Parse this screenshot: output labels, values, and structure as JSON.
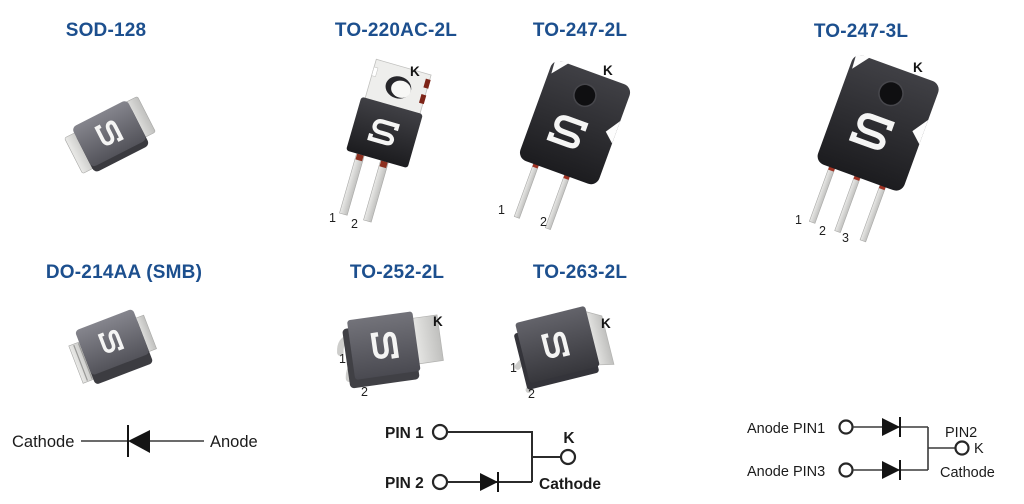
{
  "palette": {
    "title_blue": "#1c4f8e",
    "body_black": "#232327",
    "body_gray": "#5d5d63",
    "metal_light": "#d9d9d7",
    "red_mark": "#8d3020",
    "schematic_ink": "#1b1b1b"
  },
  "packages": {
    "sod128": {
      "label": "SOD-128"
    },
    "to220": {
      "label": "TO-220AC-2L",
      "k": "K",
      "pin1": "1",
      "pin2": "2"
    },
    "to247_2l": {
      "label": "TO-247-2L",
      "k": "K",
      "pin1": "1",
      "pin2": "2"
    },
    "to247_3l": {
      "label": "TO-247-3L",
      "k": "K",
      "pin1": "1",
      "pin2": "2",
      "pin3": "3"
    },
    "do214aa": {
      "label": "DO-214AA (SMB)"
    },
    "to252": {
      "label": "TO-252-2L",
      "k": "K",
      "pin1": "1",
      "pin2": "2"
    },
    "to263": {
      "label": "TO-263-2L",
      "k": "K",
      "pin1": "1",
      "pin2": "2"
    }
  },
  "schematics": {
    "single_diode": {
      "cathode": "Cathode",
      "anode": "Anode"
    },
    "dual_pin": {
      "pin1": "PIN 1",
      "pin2": "PIN 2",
      "k": "K",
      "cathode": "Cathode"
    },
    "triple_pin": {
      "anode_pin1": "Anode PIN1",
      "anode_pin3": "Anode PIN3",
      "pin2": "PIN2",
      "k": "K",
      "cathode": "Cathode"
    }
  }
}
